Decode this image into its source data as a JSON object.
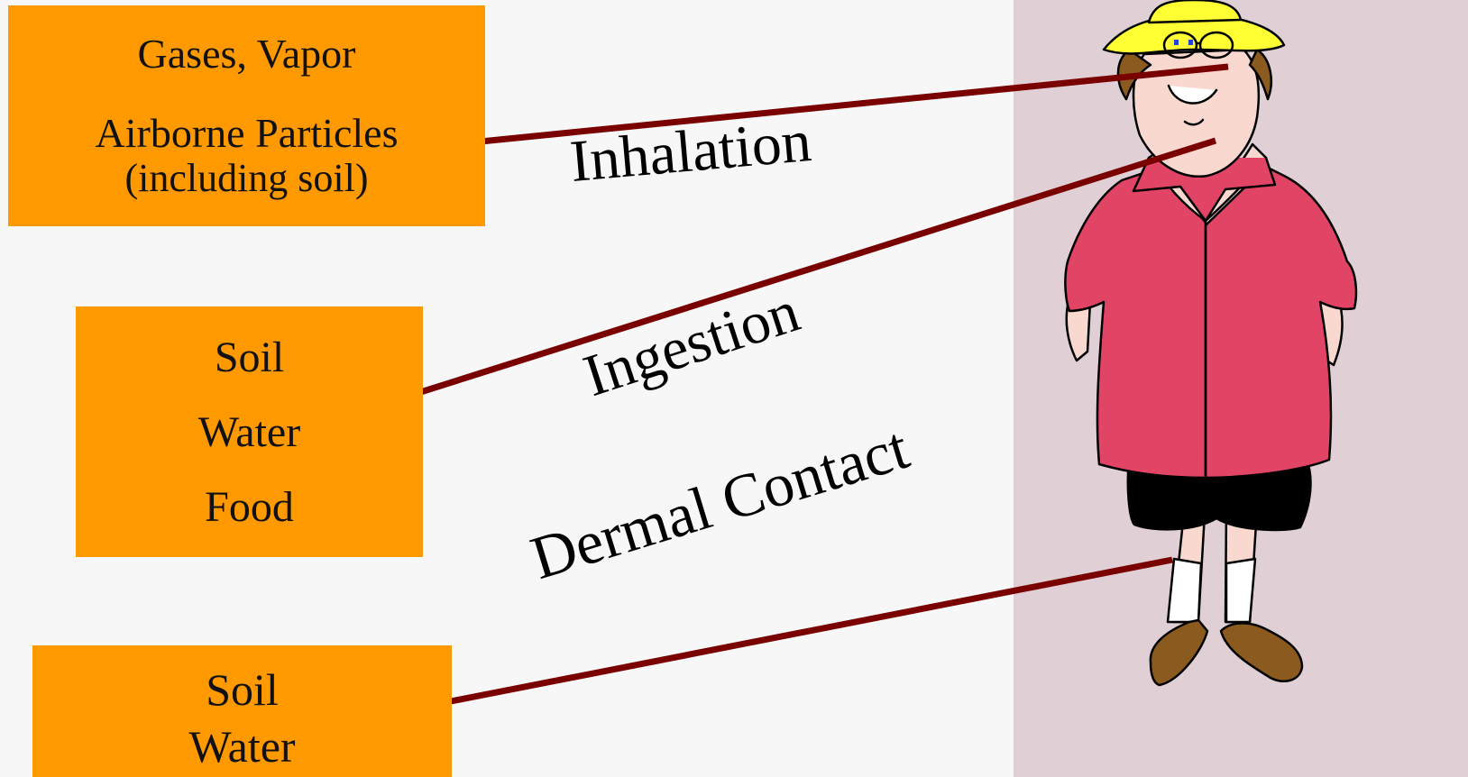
{
  "sources": {
    "airborne": {
      "line1": "Gases, Vapor",
      "line2": "Airborne Particles",
      "line3": "(including soil)"
    },
    "ingested": {
      "item1": "Soil",
      "item2": "Water",
      "item3": "Food"
    },
    "dermal": {
      "item1": "Soil",
      "item2": "Water"
    }
  },
  "routes": {
    "inhalation": "Inhalation",
    "ingestion": "Ingestion",
    "dermal": "Dermal Contact"
  },
  "colors": {
    "box": "#ff9900",
    "connector": "#7a0000",
    "panel": "#e0d0d6",
    "shirt": "#e24466",
    "hat": "#ffff33",
    "shoes": "#8b5a1e"
  },
  "figure": {
    "icon": "person-cartoon-icon"
  }
}
